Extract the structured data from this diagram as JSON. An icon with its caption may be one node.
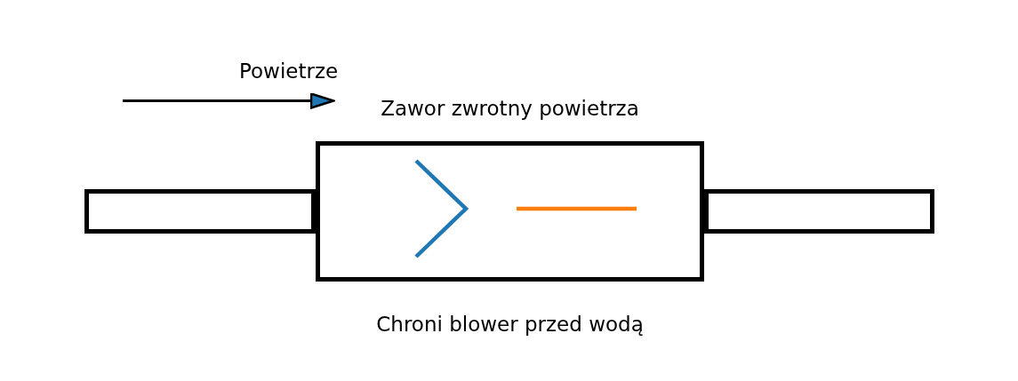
{
  "diagram": {
    "caption": "Chroni blower przed wodą",
    "nodes": [
      {
        "text": [],
        "shape": "box"
      },
      {
        "text": [
          "Zawor zwrotny powietrza"
        ]
      },
      {
        "text": [],
        "shape": "box"
      }
    ],
    "labels": [
      "Powietrze"
    ]
  }
}
